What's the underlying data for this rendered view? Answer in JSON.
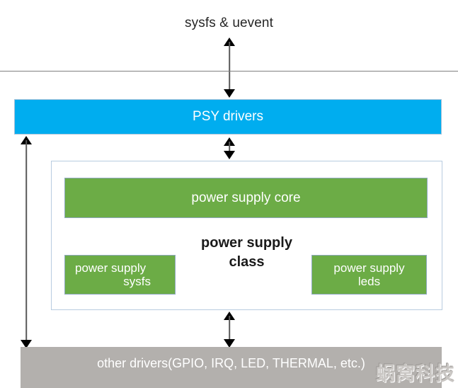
{
  "diagram": {
    "title_caption": "sysfs & uevent",
    "layers": {
      "psy_drivers": "PSY drivers",
      "power_supply_core": "power supply core",
      "power_supply_class_line1": "power supply",
      "power_supply_class_line2": "class",
      "power_supply_sysfs_line1": "power supply",
      "power_supply_sysfs_line2": "sysfs",
      "power_supply_leds_line1": "power supply",
      "power_supply_leds_line2": "leds",
      "other_drivers": "other drivers(GPIO, IRQ, LED, THERMAL, etc.)"
    },
    "watermark": "蜗窝科技",
    "colors": {
      "blue_bar": "#00adef",
      "green_box": "#6cac46",
      "gray_bar": "#b3b0ad",
      "panel_border": "#b8cce0",
      "divider_line": "#808080",
      "arrow": "#000000",
      "text_light": "#ffffff",
      "text_dark": "#262626"
    }
  }
}
